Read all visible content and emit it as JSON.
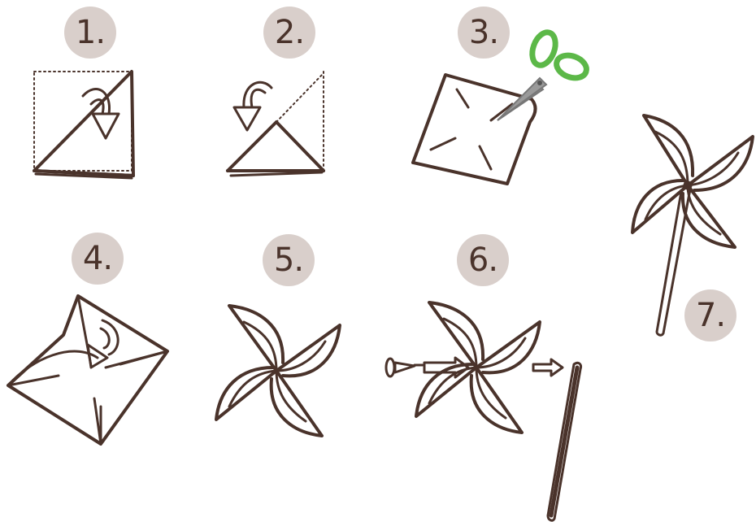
{
  "colors": {
    "ink": "#4a332b",
    "badge_bg": "#d9cfcb",
    "scissor_handle": "#5cb848",
    "scissor_blade": "#9a9a9a",
    "background": "#ffffff"
  },
  "steps": [
    {
      "label": "1."
    },
    {
      "label": "2."
    },
    {
      "label": "3."
    },
    {
      "label": "4."
    },
    {
      "label": "5."
    },
    {
      "label": "6."
    },
    {
      "label": "7."
    }
  ],
  "icons": {
    "fold_arrow": "curved-arrow-icon",
    "cut": "scissors-icon",
    "pin": "pin-icon",
    "stick": "stick-icon"
  }
}
